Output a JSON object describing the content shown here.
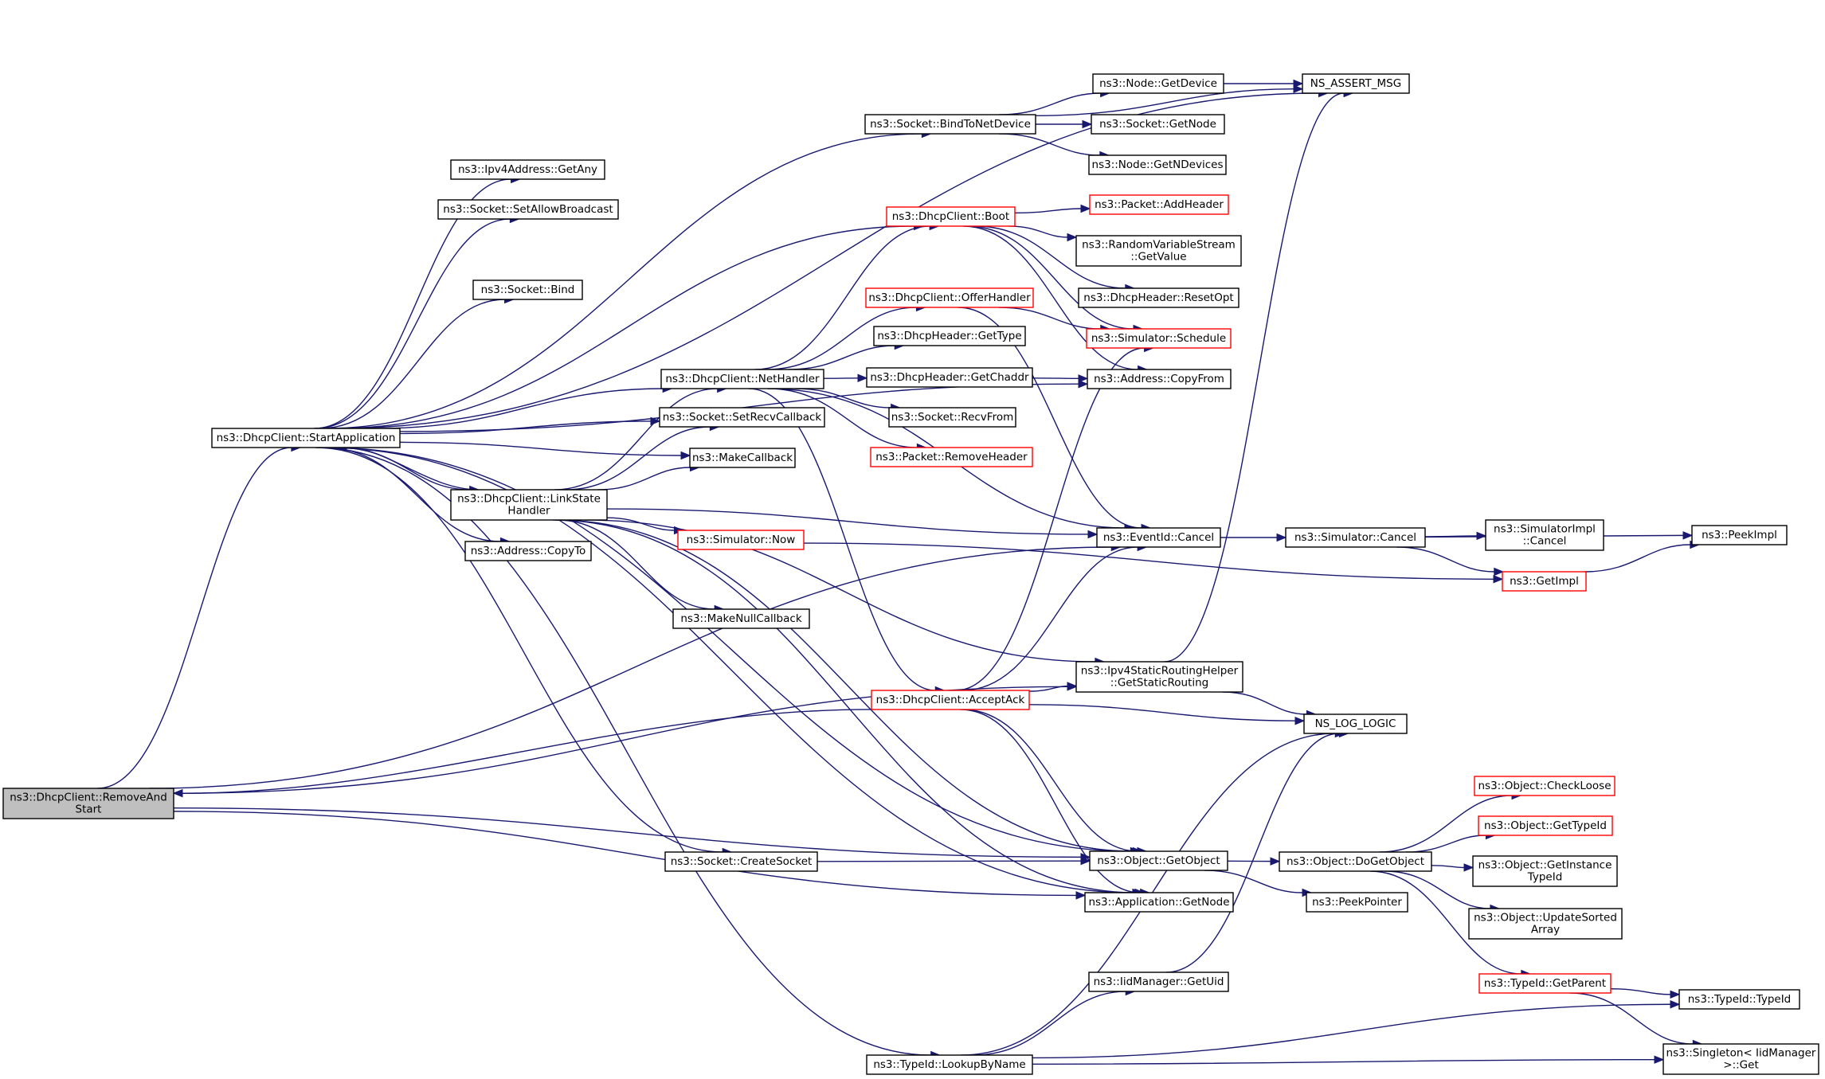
{
  "colors": {
    "edge": "#191970",
    "normal_border": "#000000",
    "truncated_border": "#ff0000",
    "root_fill": "#bfbfbf",
    "node_fill": "#ffffff",
    "text": "#000000"
  },
  "nodes": [
    {
      "id": "removeandstart",
      "lines": [
        "ns3::DhcpClient::RemoveAnd",
        "Start"
      ],
      "style": "root"
    },
    {
      "id": "startapplication",
      "lines": [
        "ns3::DhcpClient::StartApplication"
      ],
      "style": "normal"
    },
    {
      "id": "linkstatehandler",
      "lines": [
        "ns3::DhcpClient::LinkState",
        "Handler"
      ],
      "style": "normal"
    },
    {
      "id": "nethandler",
      "lines": [
        "ns3::DhcpClient::NetHandler"
      ],
      "style": "normal"
    },
    {
      "id": "acceptack",
      "lines": [
        "ns3::DhcpClient::AcceptAck"
      ],
      "style": "truncated"
    },
    {
      "id": "boot",
      "lines": [
        "ns3::DhcpClient::Boot"
      ],
      "style": "truncated"
    },
    {
      "id": "offerhandler",
      "lines": [
        "ns3::DhcpClient::OfferHandler"
      ],
      "style": "truncated"
    },
    {
      "id": "bindtonetdevice",
      "lines": [
        "ns3::Socket::BindToNetDevice"
      ],
      "style": "normal"
    },
    {
      "id": "getany",
      "lines": [
        "ns3::Ipv4Address::GetAny"
      ],
      "style": "normal"
    },
    {
      "id": "setallowbroadcast",
      "lines": [
        "ns3::Socket::SetAllowBroadcast"
      ],
      "style": "normal"
    },
    {
      "id": "socketbind",
      "lines": [
        "ns3::Socket::Bind"
      ],
      "style": "normal"
    },
    {
      "id": "setrecvcallback",
      "lines": [
        "ns3::Socket::SetRecvCallback"
      ],
      "style": "normal"
    },
    {
      "id": "makecallback",
      "lines": [
        "ns3::MakeCallback"
      ],
      "style": "normal"
    },
    {
      "id": "addresscopyto",
      "lines": [
        "ns3::Address::CopyTo"
      ],
      "style": "normal"
    },
    {
      "id": "simulatornow",
      "lines": [
        "ns3::Simulator::Now"
      ],
      "style": "truncated"
    },
    {
      "id": "makenullcallback",
      "lines": [
        "ns3::MakeNullCallback"
      ],
      "style": "normal"
    },
    {
      "id": "createsocket",
      "lines": [
        "ns3::Socket::CreateSocket"
      ],
      "style": "normal"
    },
    {
      "id": "lookupbyname",
      "lines": [
        "ns3::TypeId::LookupByName"
      ],
      "style": "normal"
    },
    {
      "id": "gettype",
      "lines": [
        "ns3::DhcpHeader::GetType"
      ],
      "style": "normal"
    },
    {
      "id": "getchaddr",
      "lines": [
        "ns3::DhcpHeader::GetChaddr"
      ],
      "style": "normal"
    },
    {
      "id": "recvfrom",
      "lines": [
        "ns3::Socket::RecvFrom"
      ],
      "style": "normal"
    },
    {
      "id": "removeheader",
      "lines": [
        "ns3::Packet::RemoveHeader"
      ],
      "style": "truncated"
    },
    {
      "id": "nodegetdevice",
      "lines": [
        "ns3::Node::GetDevice"
      ],
      "style": "normal"
    },
    {
      "id": "socketgetnode",
      "lines": [
        "ns3::Socket::GetNode"
      ],
      "style": "normal"
    },
    {
      "id": "getndevices",
      "lines": [
        "ns3::Node::GetNDevices"
      ],
      "style": "normal"
    },
    {
      "id": "addheader",
      "lines": [
        "ns3::Packet::AddHeader"
      ],
      "style": "truncated"
    },
    {
      "id": "rvsgetvalue",
      "lines": [
        "ns3::RandomVariableStream",
        "::GetValue"
      ],
      "style": "normal"
    },
    {
      "id": "resetopt",
      "lines": [
        "ns3::DhcpHeader::ResetOpt"
      ],
      "style": "normal"
    },
    {
      "id": "schedule",
      "lines": [
        "ns3::Simulator::Schedule"
      ],
      "style": "truncated"
    },
    {
      "id": "copyfrom",
      "lines": [
        "ns3::Address::CopyFrom"
      ],
      "style": "normal"
    },
    {
      "id": "eventcancel",
      "lines": [
        "ns3::EventId::Cancel"
      ],
      "style": "normal"
    },
    {
      "id": "getstaticrouting",
      "lines": [
        "ns3::Ipv4StaticRoutingHelper",
        "::GetStaticRouting"
      ],
      "style": "normal"
    },
    {
      "id": "getobject",
      "lines": [
        "ns3::Object::GetObject"
      ],
      "style": "normal"
    },
    {
      "id": "appgetnode",
      "lines": [
        "ns3::Application::GetNode"
      ],
      "style": "normal"
    },
    {
      "id": "getuid",
      "lines": [
        "ns3::IidManager::GetUid"
      ],
      "style": "normal"
    },
    {
      "id": "assertmsg",
      "lines": [
        "NS_ASSERT_MSG"
      ],
      "style": "normal"
    },
    {
      "id": "simcancel",
      "lines": [
        "ns3::Simulator::Cancel"
      ],
      "style": "normal"
    },
    {
      "id": "loglogic",
      "lines": [
        "NS_LOG_LOGIC"
      ],
      "style": "normal"
    },
    {
      "id": "dogetobject",
      "lines": [
        "ns3::Object::DoGetObject"
      ],
      "style": "normal"
    },
    {
      "id": "peekpointer",
      "lines": [
        "ns3::PeekPointer"
      ],
      "style": "normal"
    },
    {
      "id": "simimplcancel",
      "lines": [
        "ns3::SimulatorImpl",
        "::Cancel"
      ],
      "style": "normal"
    },
    {
      "id": "getimpl",
      "lines": [
        "ns3::GetImpl"
      ],
      "style": "truncated"
    },
    {
      "id": "peekimpl",
      "lines": [
        "ns3::PeekImpl"
      ],
      "style": "normal"
    },
    {
      "id": "checkloose",
      "lines": [
        "ns3::Object::CheckLoose"
      ],
      "style": "truncated"
    },
    {
      "id": "objgettypeid",
      "lines": [
        "ns3::Object::GetTypeId"
      ],
      "style": "truncated"
    },
    {
      "id": "getinstancetypeid",
      "lines": [
        "ns3::Object::GetInstance",
        "TypeId"
      ],
      "style": "normal"
    },
    {
      "id": "updatesortedarray",
      "lines": [
        "ns3::Object::UpdateSorted",
        "Array"
      ],
      "style": "normal"
    },
    {
      "id": "getparent",
      "lines": [
        "ns3::TypeId::GetParent"
      ],
      "style": "truncated"
    },
    {
      "id": "typeidtypeid",
      "lines": [
        "ns3::TypeId::TypeId"
      ],
      "style": "normal"
    },
    {
      "id": "singletonget",
      "lines": [
        "ns3::Singleton< IidManager",
        ">::Get"
      ],
      "style": "normal"
    }
  ],
  "edges": [
    [
      "removeandstart",
      "startapplication"
    ],
    [
      "removeandstart",
      "eventcancel"
    ],
    [
      "removeandstart",
      "getstaticrouting"
    ],
    [
      "removeandstart",
      "getobject"
    ],
    [
      "removeandstart",
      "appgetnode"
    ],
    [
      "startapplication",
      "assertmsg"
    ],
    [
      "startapplication",
      "bindtonetdevice"
    ],
    [
      "startapplication",
      "getany"
    ],
    [
      "startapplication",
      "setallowbroadcast"
    ],
    [
      "startapplication",
      "boot"
    ],
    [
      "startapplication",
      "socketbind"
    ],
    [
      "startapplication",
      "copyfrom"
    ],
    [
      "startapplication",
      "nethandler"
    ],
    [
      "startapplication",
      "setrecvcallback"
    ],
    [
      "startapplication",
      "makecallback"
    ],
    [
      "startapplication",
      "linkstatehandler"
    ],
    [
      "startapplication",
      "addresscopyto"
    ],
    [
      "startapplication",
      "createsocket"
    ],
    [
      "startapplication",
      "getobject"
    ],
    [
      "startapplication",
      "appgetnode"
    ],
    [
      "startapplication",
      "lookupbyname"
    ],
    [
      "linkstatehandler",
      "startapplication"
    ],
    [
      "linkstatehandler",
      "nethandler"
    ],
    [
      "linkstatehandler",
      "setrecvcallback"
    ],
    [
      "linkstatehandler",
      "makecallback"
    ],
    [
      "linkstatehandler",
      "eventcancel"
    ],
    [
      "linkstatehandler",
      "simulatornow"
    ],
    [
      "linkstatehandler",
      "makenullcallback"
    ],
    [
      "linkstatehandler",
      "getstaticrouting"
    ],
    [
      "linkstatehandler",
      "getobject"
    ],
    [
      "linkstatehandler",
      "appgetnode"
    ],
    [
      "nethandler",
      "boot"
    ],
    [
      "nethandler",
      "offerhandler"
    ],
    [
      "nethandler",
      "gettype"
    ],
    [
      "nethandler",
      "getchaddr"
    ],
    [
      "nethandler",
      "recvfrom"
    ],
    [
      "nethandler",
      "removeheader"
    ],
    [
      "nethandler",
      "eventcancel"
    ],
    [
      "nethandler",
      "acceptack"
    ],
    [
      "acceptack",
      "removeandstart"
    ],
    [
      "acceptack",
      "schedule"
    ],
    [
      "acceptack",
      "eventcancel"
    ],
    [
      "acceptack",
      "getstaticrouting"
    ],
    [
      "acceptack",
      "loglogic"
    ],
    [
      "acceptack",
      "getobject"
    ],
    [
      "acceptack",
      "appgetnode"
    ],
    [
      "boot",
      "addheader"
    ],
    [
      "boot",
      "rvsgetvalue"
    ],
    [
      "boot",
      "resetopt"
    ],
    [
      "boot",
      "schedule"
    ],
    [
      "boot",
      "copyfrom"
    ],
    [
      "offerhandler",
      "schedule"
    ],
    [
      "offerhandler",
      "eventcancel"
    ],
    [
      "bindtonetdevice",
      "assertmsg"
    ],
    [
      "bindtonetdevice",
      "nodegetdevice"
    ],
    [
      "bindtonetdevice",
      "socketgetnode"
    ],
    [
      "bindtonetdevice",
      "getndevices"
    ],
    [
      "nodegetdevice",
      "assertmsg"
    ],
    [
      "getchaddr",
      "copyfrom"
    ],
    [
      "simulatornow",
      "getimpl"
    ],
    [
      "createsocket",
      "getobject"
    ],
    [
      "eventcancel",
      "simcancel"
    ],
    [
      "simcancel",
      "simimplcancel"
    ],
    [
      "simcancel",
      "peekimpl"
    ],
    [
      "simcancel",
      "getimpl"
    ],
    [
      "getimpl",
      "peekimpl"
    ],
    [
      "getstaticrouting",
      "assertmsg"
    ],
    [
      "getstaticrouting",
      "loglogic"
    ],
    [
      "getobject",
      "dogetobject"
    ],
    [
      "getobject",
      "peekpointer"
    ],
    [
      "dogetobject",
      "checkloose"
    ],
    [
      "dogetobject",
      "objgettypeid"
    ],
    [
      "dogetobject",
      "getinstancetypeid"
    ],
    [
      "dogetobject",
      "updatesortedarray"
    ],
    [
      "dogetobject",
      "getparent"
    ],
    [
      "getparent",
      "typeidtypeid"
    ],
    [
      "getparent",
      "singletonget"
    ],
    [
      "lookupbyname",
      "getuid"
    ],
    [
      "lookupbyname",
      "loglogic"
    ],
    [
      "lookupbyname",
      "typeidtypeid"
    ],
    [
      "lookupbyname",
      "singletonget"
    ],
    [
      "getuid",
      "loglogic"
    ]
  ]
}
